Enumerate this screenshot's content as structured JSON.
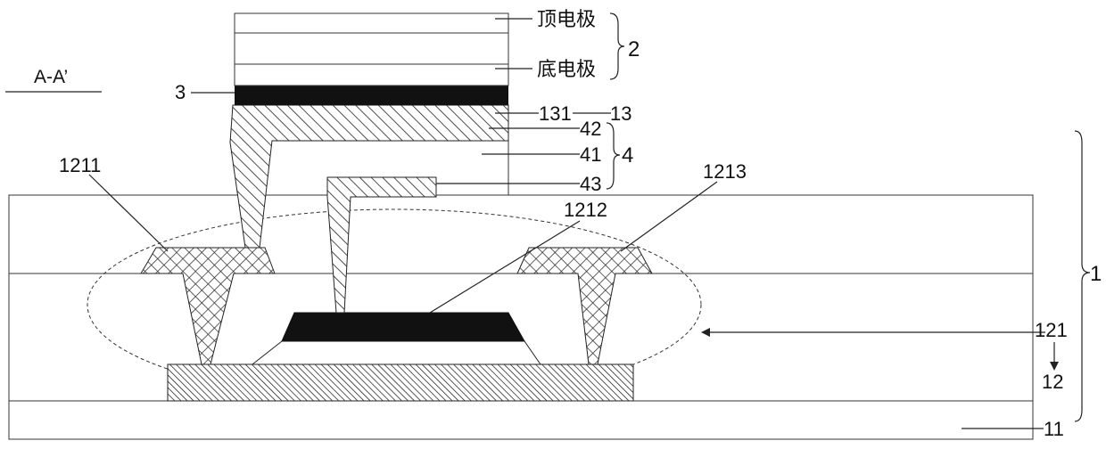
{
  "figure": {
    "section_label": "A-A’",
    "text": {
      "top_electrode": "顶电极",
      "bottom_electrode": "底电极",
      "n2": "2",
      "n3": "3",
      "n131": "131",
      "n13": "13",
      "n42": "42",
      "n41": "41",
      "n4": "4",
      "n43": "43",
      "n1211": "1211",
      "n1212": "1212",
      "n1213": "1213",
      "n1": "1",
      "n121": "121",
      "n12": "12",
      "n11": "11"
    }
  }
}
